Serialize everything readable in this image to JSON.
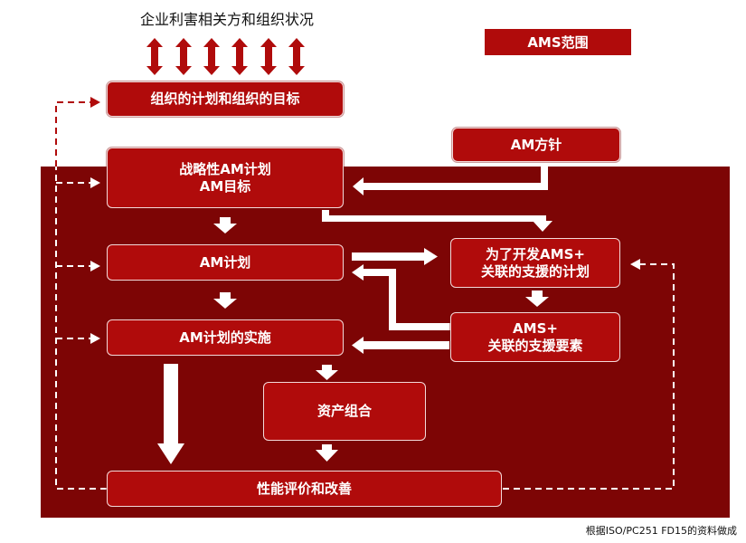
{
  "stakeholder_title": "企业利害相关方和组织状况",
  "legend_label": "AMS范围",
  "boxes": {
    "org_plan": "组织的计划和组织的目标",
    "am_policy": "AM方针",
    "strategic_line1": "战略性AM计划",
    "strategic_line2": "AM目标",
    "am_plan": "AM计划",
    "support_plan_line1": "为了开发AMS+",
    "support_plan_line2": "关联的支援的计划",
    "support_elem_line1": "AMS+",
    "support_elem_line2": "关联的支援要素",
    "am_implement": "AM计划的实施",
    "asset_portfolio": "资产组合",
    "performance": "性能评价和改善"
  },
  "source_note": "根据ISO/PC251 FD15的资料做成",
  "colors": {
    "box_red": "#b00b0b",
    "scope_dark_red": "#7d0505",
    "arrow_white": "#ffffff"
  }
}
